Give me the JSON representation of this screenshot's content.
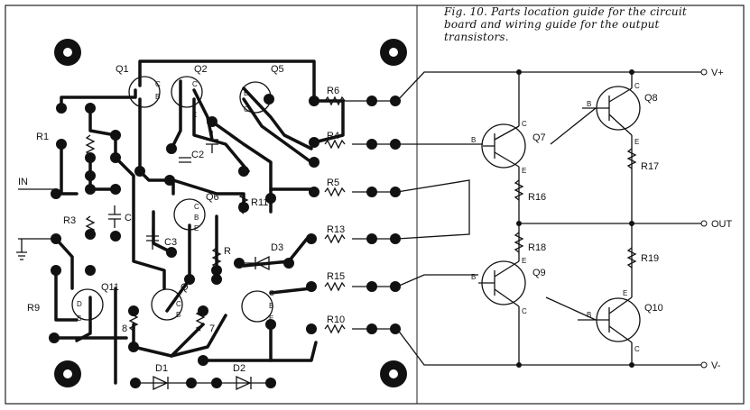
{
  "caption": {
    "line1": "Fig. 10. Parts location guide for the circuit",
    "line2": "board and wiring guide for the output",
    "line3": "transistors."
  },
  "board_labels": {
    "q1": "Q1",
    "q2": "Q2",
    "q5": "Q5",
    "q6": "Q6",
    "q11": "Q11",
    "q4": "Q",
    "r1": "R1",
    "r3": "R3",
    "r5": "R5",
    "r6": "R6",
    "r4": "R4",
    "r9": "R9",
    "r10": "R10",
    "r11": "R11",
    "r13": "R13",
    "r15": "R15",
    "r8": "8",
    "r7": "7",
    "r12": "R",
    "c2": "C2",
    "c3": "C3",
    "c1": "C",
    "d1": "D1",
    "d2": "D2",
    "d3": "D3",
    "in": "IN"
  },
  "pin_labels": {
    "c": "C",
    "b": "B",
    "e": "E",
    "d": "D",
    "s": "S"
  },
  "output_labels": {
    "q7": "Q7",
    "q8": "Q8",
    "q9": "Q9",
    "q10": "Q10",
    "r16": "R16",
    "r17": "R17",
    "r18": "R18",
    "r19": "R19",
    "vplus": "V+",
    "vminus": "V-",
    "out": "OUT"
  }
}
